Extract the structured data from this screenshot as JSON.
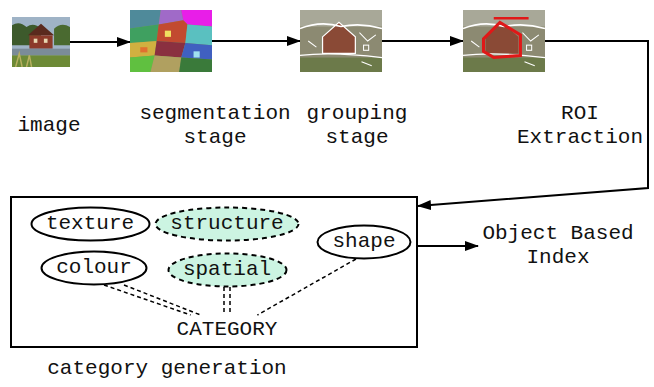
{
  "diagram": {
    "nodes": [
      {
        "text": [
          "image"
        ]
      },
      {
        "text": [
          "segmentation stage"
        ]
      },
      {
        "text": [
          "grouping stage"
        ]
      },
      {
        "text": [
          "ROI Extraction"
        ]
      },
      {
        "text": [
          "category generation"
        ]
      },
      {
        "text": [
          "texture"
        ],
        "in": 4
      },
      {
        "text": [
          "structure"
        ],
        "in": 4
      },
      {
        "text": [
          "shape"
        ],
        "in": 4
      },
      {
        "text": [
          "colour"
        ],
        "in": 4
      },
      {
        "text": [
          "spatial"
        ],
        "in": 4
      },
      {
        "text": [
          "Object Based Index"
        ]
      }
    ],
    "edges": [
      {
        "from": 0,
        "to": 1,
        "arrow": "to"
      },
      {
        "from": 1,
        "to": 2,
        "arrow": "to"
      },
      {
        "from": 2,
        "to": 3,
        "arrow": "to"
      },
      {
        "from": 3,
        "to": 4,
        "arrow": "to"
      },
      {
        "from": 4,
        "to": 10,
        "arrow": "to"
      }
    ],
    "labels": [
      "CATEGORY"
    ]
  }
}
